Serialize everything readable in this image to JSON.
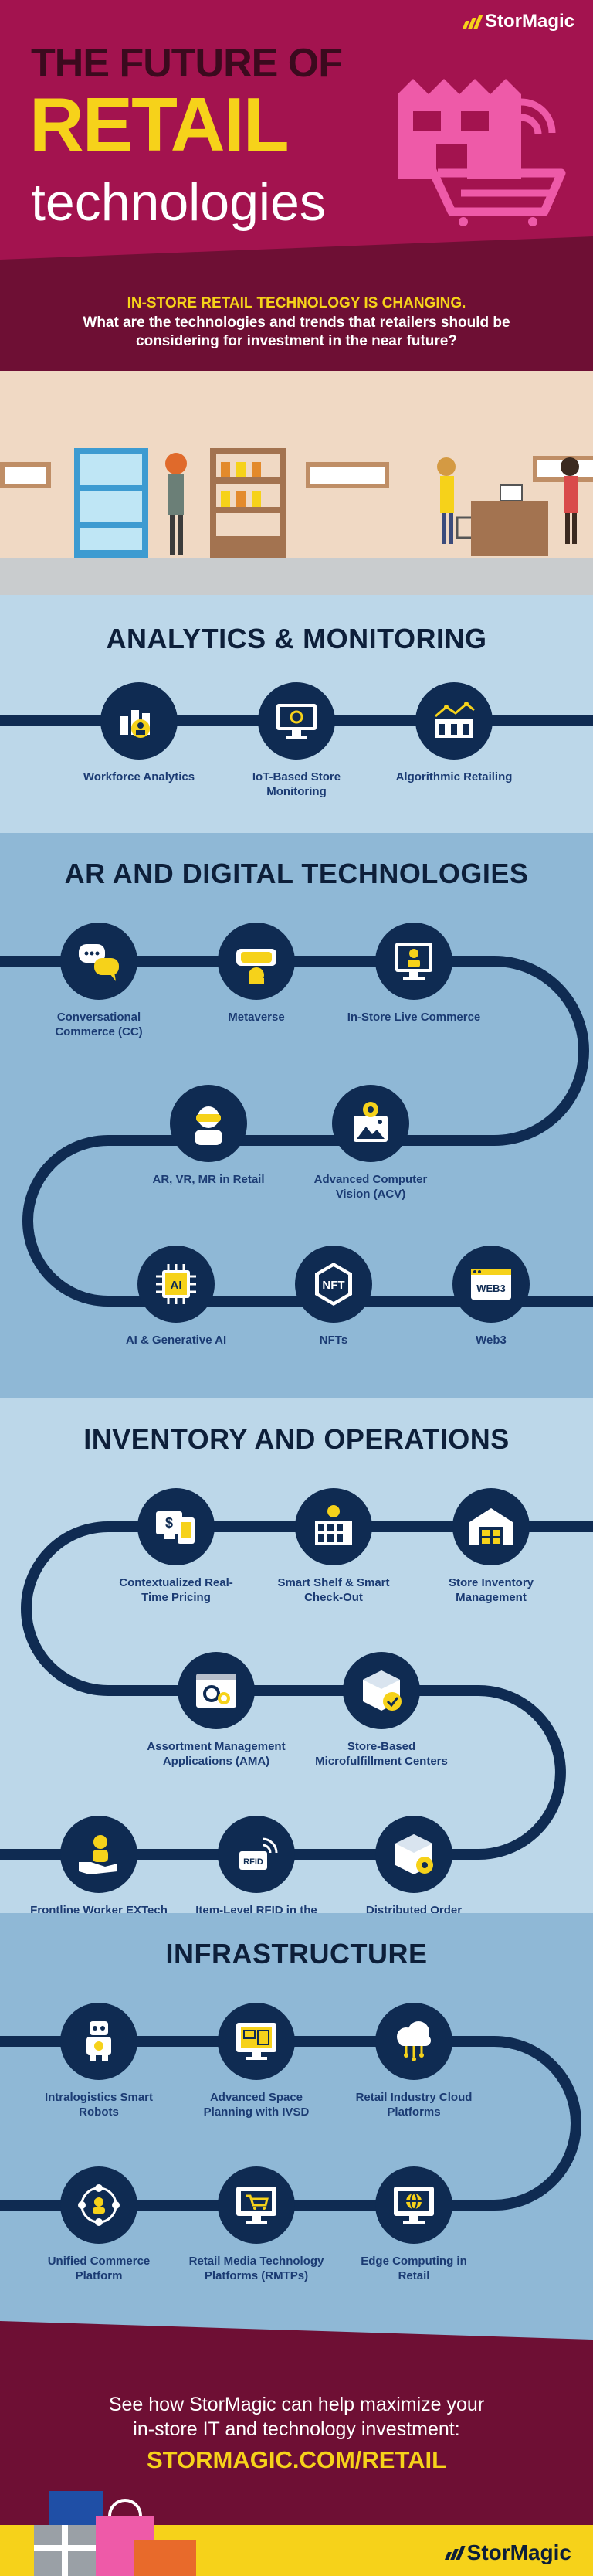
{
  "brand": {
    "name": "StorMagic"
  },
  "header": {
    "line1": "THE FUTURE OF",
    "line2": "RETAIL",
    "line3": "technologies"
  },
  "intro": {
    "line1": "IN-STORE RETAIL TECHNOLOGY IS CHANGING.",
    "line2": "What are the technologies and trends that retailers should be considering for investment in the near future?"
  },
  "sections": {
    "analytics": {
      "title": "ANALYTICS & MONITORING",
      "items": [
        {
          "label": "Workforce Analytics",
          "icon": "workforce-analytics-icon"
        },
        {
          "label": "IoT-Based Store Monitoring",
          "icon": "iot-monitoring-icon"
        },
        {
          "label": "Algorithmic Retailing",
          "icon": "algorithmic-retailing-icon"
        }
      ]
    },
    "ar": {
      "title": "AR AND DIGITAL TECHNOLOGIES",
      "items": [
        {
          "label": "Conversational Commerce (CC)",
          "icon": "chat-bubbles-icon"
        },
        {
          "label": "Metaverse",
          "icon": "vr-headset-icon"
        },
        {
          "label": "In-Store Live Commerce",
          "icon": "live-stream-icon"
        },
        {
          "label": "AR, VR, MR in Retail",
          "icon": "vr-user-icon"
        },
        {
          "label": "Advanced Computer Vision (ACV)",
          "icon": "computer-vision-icon"
        },
        {
          "label": "AI & Generative AI",
          "icon": "ai-chip-icon",
          "badge": "AI"
        },
        {
          "label": "NFTs",
          "icon": "nft-icon",
          "badge": "NFT"
        },
        {
          "label": "Web3",
          "icon": "web3-icon",
          "badge": "WEB3"
        }
      ]
    },
    "inventory": {
      "title": "INVENTORY AND OPERATIONS",
      "items": [
        {
          "label": "Contextualized Real-Time Pricing",
          "icon": "pricing-icon"
        },
        {
          "label": "Smart Shelf & Smart Check-Out",
          "icon": "smart-shelf-icon"
        },
        {
          "label": "Store Inventory Management",
          "icon": "warehouse-icon"
        },
        {
          "label": "Assortment Management Applications (AMA)",
          "icon": "settings-window-icon"
        },
        {
          "label": "Store-Based Microfulfillment Centers",
          "icon": "package-check-icon"
        },
        {
          "label": "Frontline Worker EXTech in Retail",
          "icon": "worker-hand-icon"
        },
        {
          "label": "Item-Level RFID in the Store",
          "icon": "rfid-icon",
          "badge": "RFID"
        },
        {
          "label": "Distributed Order Management",
          "icon": "package-gear-icon"
        }
      ]
    },
    "infrastructure": {
      "title": "INFRASTRUCTURE",
      "items": [
        {
          "label": "Intralogistics Smart Robots",
          "icon": "robot-icon"
        },
        {
          "label": "Advanced Space Planning with IVSD",
          "icon": "floorplan-icon"
        },
        {
          "label": "Retail Industry Cloud Platforms",
          "icon": "cloud-icon"
        },
        {
          "label": "Unified Commerce Platform",
          "icon": "network-user-icon"
        },
        {
          "label": "Retail Media Technology Platforms (RMTPs)",
          "icon": "cart-monitor-icon"
        },
        {
          "label": "Edge Computing in Retail",
          "icon": "globe-monitor-icon"
        }
      ]
    }
  },
  "footer": {
    "line1": "See how StorMagic can help maximize your",
    "line2": "in-store IT and technology investment:",
    "link": "STORMAGIC.COM/RETAIL"
  },
  "colors": {
    "magenta": "#a3134f",
    "maroon": "#6e0f34",
    "yellow": "#f6d21a",
    "navy": "#0f2b52",
    "light_blue": "#bcd7e9",
    "mid_blue": "#8fb8d6",
    "pink": "#ee5aa8"
  }
}
